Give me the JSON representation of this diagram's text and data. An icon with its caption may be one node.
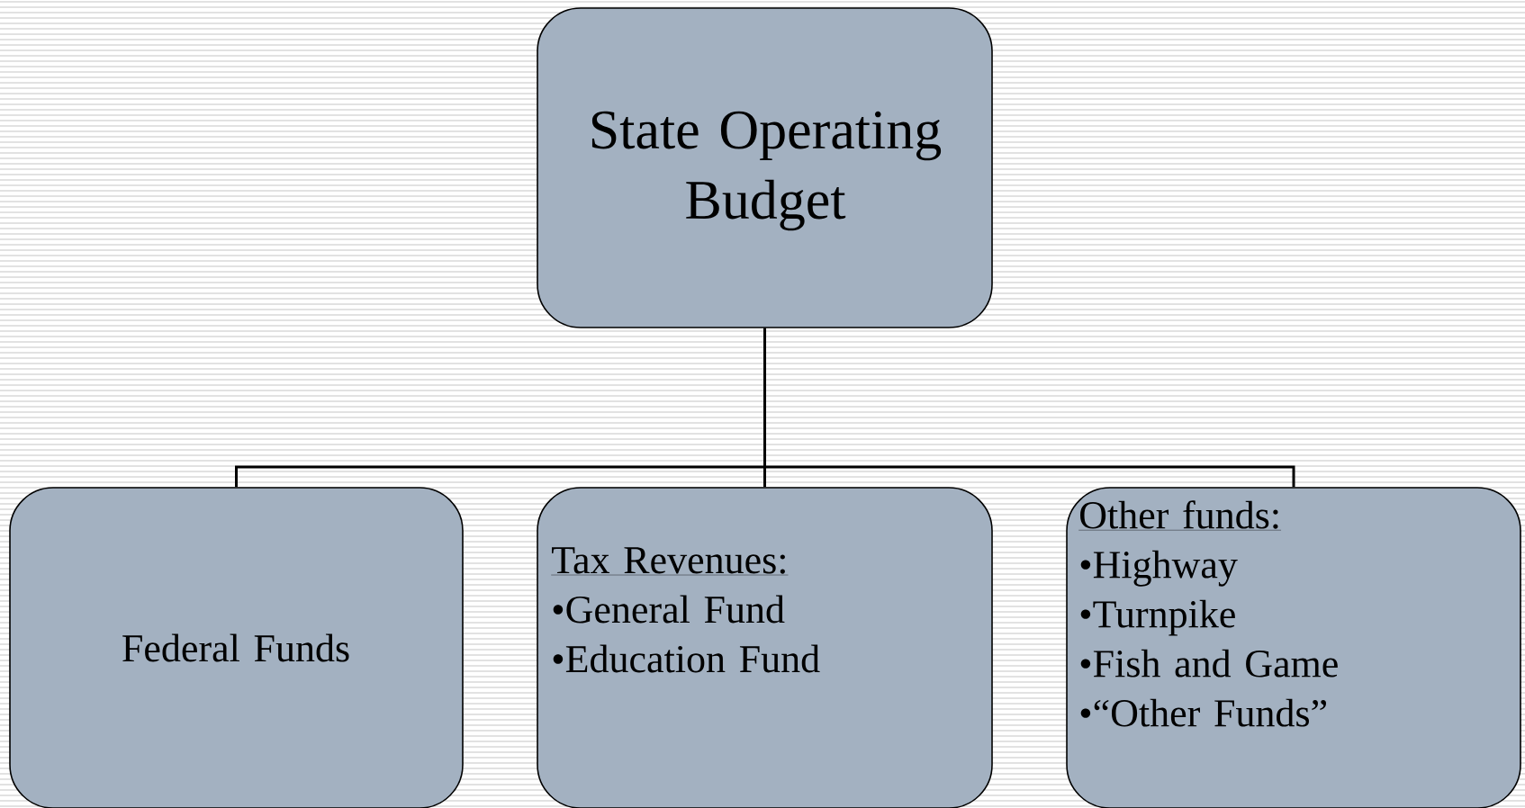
{
  "diagram": {
    "nodes": [
      {
        "text": [
          "State Operating Budget"
        ]
      },
      {
        "text": [
          "Federal Funds"
        ]
      },
      {
        "text": [
          "Tax Revenues:",
          "•General Fund",
          "•Education Fund"
        ]
      },
      {
        "text": [
          "Other funds:",
          "•Highway",
          "•Turnpike",
          "•Fish and Game",
          "•“Other Funds”"
        ]
      }
    ],
    "edges": [
      {
        "from": 0,
        "to": 1,
        "arrow": "none"
      },
      {
        "from": 0,
        "to": 2,
        "arrow": "none"
      },
      {
        "from": 0,
        "to": 3,
        "arrow": "none"
      }
    ]
  }
}
